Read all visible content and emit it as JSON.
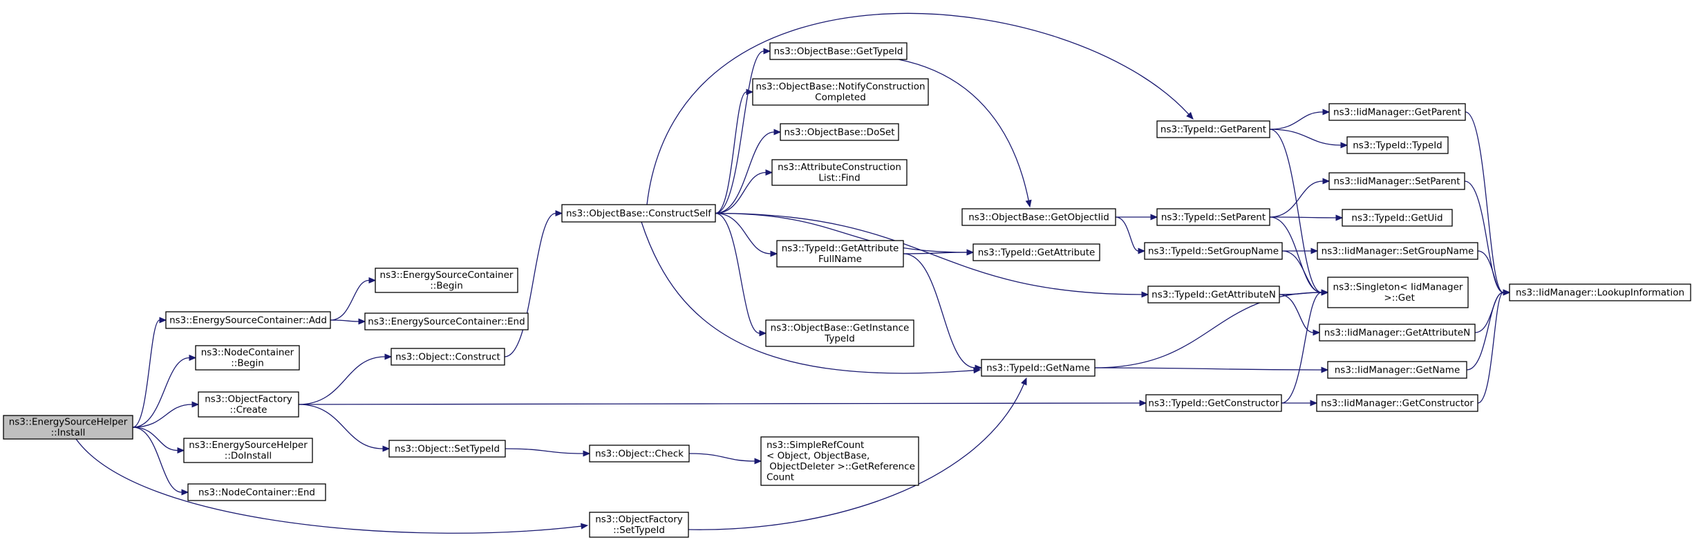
{
  "colors": {
    "edge": "#191970",
    "node_fill": "#ffffff",
    "root_fill": "#bfbfbf",
    "node_border": "#000000"
  },
  "nodes": [
    {
      "id": "install",
      "lines": [
        "ns3::EnergySourceHelper",
        "::Install"
      ],
      "root": true
    },
    {
      "id": "esc_add",
      "lines": [
        "ns3::EnergySourceContainer::Add"
      ]
    },
    {
      "id": "nc_begin",
      "lines": [
        "ns3::NodeContainer",
        "::Begin"
      ]
    },
    {
      "id": "of_create",
      "lines": [
        "ns3::ObjectFactory",
        "::Create"
      ]
    },
    {
      "id": "esh_doinstall",
      "lines": [
        "ns3::EnergySourceHelper",
        "::DoInstall"
      ]
    },
    {
      "id": "nc_end",
      "lines": [
        "ns3::NodeContainer::End"
      ]
    },
    {
      "id": "of_settypeid",
      "lines": [
        "ns3::ObjectFactory",
        "::SetTypeId"
      ]
    },
    {
      "id": "esc_begin",
      "lines": [
        "ns3::EnergySourceContainer",
        "::Begin"
      ]
    },
    {
      "id": "esc_end",
      "lines": [
        "ns3::EnergySourceContainer::End"
      ]
    },
    {
      "id": "obj_construct",
      "lines": [
        "ns3::Object::Construct"
      ]
    },
    {
      "id": "obj_settypeid",
      "lines": [
        "ns3::Object::SetTypeId"
      ]
    },
    {
      "id": "ob_constructself",
      "lines": [
        "ns3::ObjectBase::ConstructSelf"
      ]
    },
    {
      "id": "obj_check",
      "lines": [
        "ns3::Object::Check"
      ]
    },
    {
      "id": "ob_gettypeid",
      "lines": [
        "ns3::ObjectBase::GetTypeId"
      ]
    },
    {
      "id": "ob_notify",
      "lines": [
        "ns3::ObjectBase::NotifyConstruction",
        "Completed"
      ]
    },
    {
      "id": "ob_doset",
      "lines": [
        "ns3::ObjectBase::DoSet"
      ]
    },
    {
      "id": "acl_find",
      "lines": [
        "ns3::AttributeConstruction",
        "List::Find"
      ]
    },
    {
      "id": "tid_getattrfull",
      "lines": [
        "ns3::TypeId::GetAttribute",
        "FullName"
      ]
    },
    {
      "id": "ob_getinstance",
      "lines": [
        "ns3::ObjectBase::GetInstance",
        "TypeId"
      ]
    },
    {
      "id": "src_getref",
      "lines": [
        "ns3::SimpleRefCount",
        "< Object, ObjectBase,",
        " ObjectDeleter >::GetReference",
        "Count"
      ]
    },
    {
      "id": "ob_getobjectiid",
      "lines": [
        "ns3::ObjectBase::GetObjectIid"
      ]
    },
    {
      "id": "tid_getattribute",
      "lines": [
        "ns3::TypeId::GetAttribute"
      ]
    },
    {
      "id": "tid_getname",
      "lines": [
        "ns3::TypeId::GetName"
      ]
    },
    {
      "id": "tid_getparent",
      "lines": [
        "ns3::TypeId::GetParent"
      ]
    },
    {
      "id": "tid_setparent",
      "lines": [
        "ns3::TypeId::SetParent"
      ]
    },
    {
      "id": "tid_setgroupname",
      "lines": [
        "ns3::TypeId::SetGroupName"
      ]
    },
    {
      "id": "tid_getattributen",
      "lines": [
        "ns3::TypeId::GetAttributeN"
      ]
    },
    {
      "id": "tid_getconstructor",
      "lines": [
        "ns3::TypeId::GetConstructor"
      ]
    },
    {
      "id": "iid_getparent",
      "lines": [
        "ns3::IidManager::GetParent"
      ]
    },
    {
      "id": "tid_typeid",
      "lines": [
        "ns3::TypeId::TypeId"
      ]
    },
    {
      "id": "iid_setparent",
      "lines": [
        "ns3::IidManager::SetParent"
      ]
    },
    {
      "id": "tid_getuid",
      "lines": [
        "ns3::TypeId::GetUid"
      ]
    },
    {
      "id": "iid_setgroupname",
      "lines": [
        "ns3::IidManager::SetGroupName"
      ]
    },
    {
      "id": "singleton_get",
      "lines": [
        "ns3::Singleton< IidManager",
        " >::Get"
      ]
    },
    {
      "id": "iid_getattributen",
      "lines": [
        "ns3::IidManager::GetAttributeN"
      ]
    },
    {
      "id": "iid_getname",
      "lines": [
        "ns3::IidManager::GetName"
      ]
    },
    {
      "id": "iid_getconstructor",
      "lines": [
        "ns3::IidManager::GetConstructor"
      ]
    },
    {
      "id": "iid_lookup",
      "lines": [
        "ns3::IidManager::LookupInformation"
      ]
    }
  ],
  "edges": [
    [
      "install",
      "esc_add"
    ],
    [
      "install",
      "nc_begin"
    ],
    [
      "install",
      "of_create"
    ],
    [
      "install",
      "esh_doinstall"
    ],
    [
      "install",
      "nc_end"
    ],
    [
      "install",
      "of_settypeid"
    ],
    [
      "esc_add",
      "esc_begin"
    ],
    [
      "esc_add",
      "esc_end"
    ],
    [
      "of_create",
      "obj_construct"
    ],
    [
      "of_create",
      "obj_settypeid"
    ],
    [
      "of_create",
      "tid_getconstructor"
    ],
    [
      "of_settypeid",
      "tid_getname"
    ],
    [
      "obj_construct",
      "ob_constructself"
    ],
    [
      "obj_settypeid",
      "obj_check"
    ],
    [
      "obj_check",
      "src_getref"
    ],
    [
      "ob_constructself",
      "ob_gettypeid"
    ],
    [
      "ob_constructself",
      "ob_notify"
    ],
    [
      "ob_constructself",
      "ob_doset"
    ],
    [
      "ob_constructself",
      "acl_find"
    ],
    [
      "ob_constructself",
      "tid_getattrfull"
    ],
    [
      "ob_constructself",
      "ob_getinstance"
    ],
    [
      "ob_constructself",
      "tid_getattribute"
    ],
    [
      "ob_constructself",
      "tid_getname"
    ],
    [
      "ob_constructself",
      "tid_getparent"
    ],
    [
      "ob_constructself",
      "tid_getattributen"
    ],
    [
      "ob_gettypeid",
      "ob_getobjectiid"
    ],
    [
      "tid_getattrfull",
      "tid_getattribute"
    ],
    [
      "tid_getattrfull",
      "tid_getname"
    ],
    [
      "ob_getobjectiid",
      "tid_setparent"
    ],
    [
      "ob_getobjectiid",
      "tid_setgroupname"
    ],
    [
      "tid_getname",
      "singleton_get"
    ],
    [
      "tid_getname",
      "iid_getname"
    ],
    [
      "tid_getparent",
      "iid_getparent"
    ],
    [
      "tid_getparent",
      "tid_typeid"
    ],
    [
      "tid_getparent",
      "singleton_get"
    ],
    [
      "tid_setparent",
      "iid_setparent"
    ],
    [
      "tid_setparent",
      "tid_getuid"
    ],
    [
      "tid_setparent",
      "singleton_get"
    ],
    [
      "tid_setgroupname",
      "iid_setgroupname"
    ],
    [
      "tid_setgroupname",
      "singleton_get"
    ],
    [
      "tid_getattributen",
      "singleton_get"
    ],
    [
      "tid_getattributen",
      "iid_getattributen"
    ],
    [
      "tid_getconstructor",
      "singleton_get"
    ],
    [
      "tid_getconstructor",
      "iid_getconstructor"
    ],
    [
      "iid_getparent",
      "iid_lookup"
    ],
    [
      "iid_setparent",
      "iid_lookup"
    ],
    [
      "iid_setgroupname",
      "iid_lookup"
    ],
    [
      "iid_getattributen",
      "iid_lookup"
    ],
    [
      "iid_getname",
      "iid_lookup"
    ],
    [
      "iid_getconstructor",
      "iid_lookup"
    ]
  ]
}
